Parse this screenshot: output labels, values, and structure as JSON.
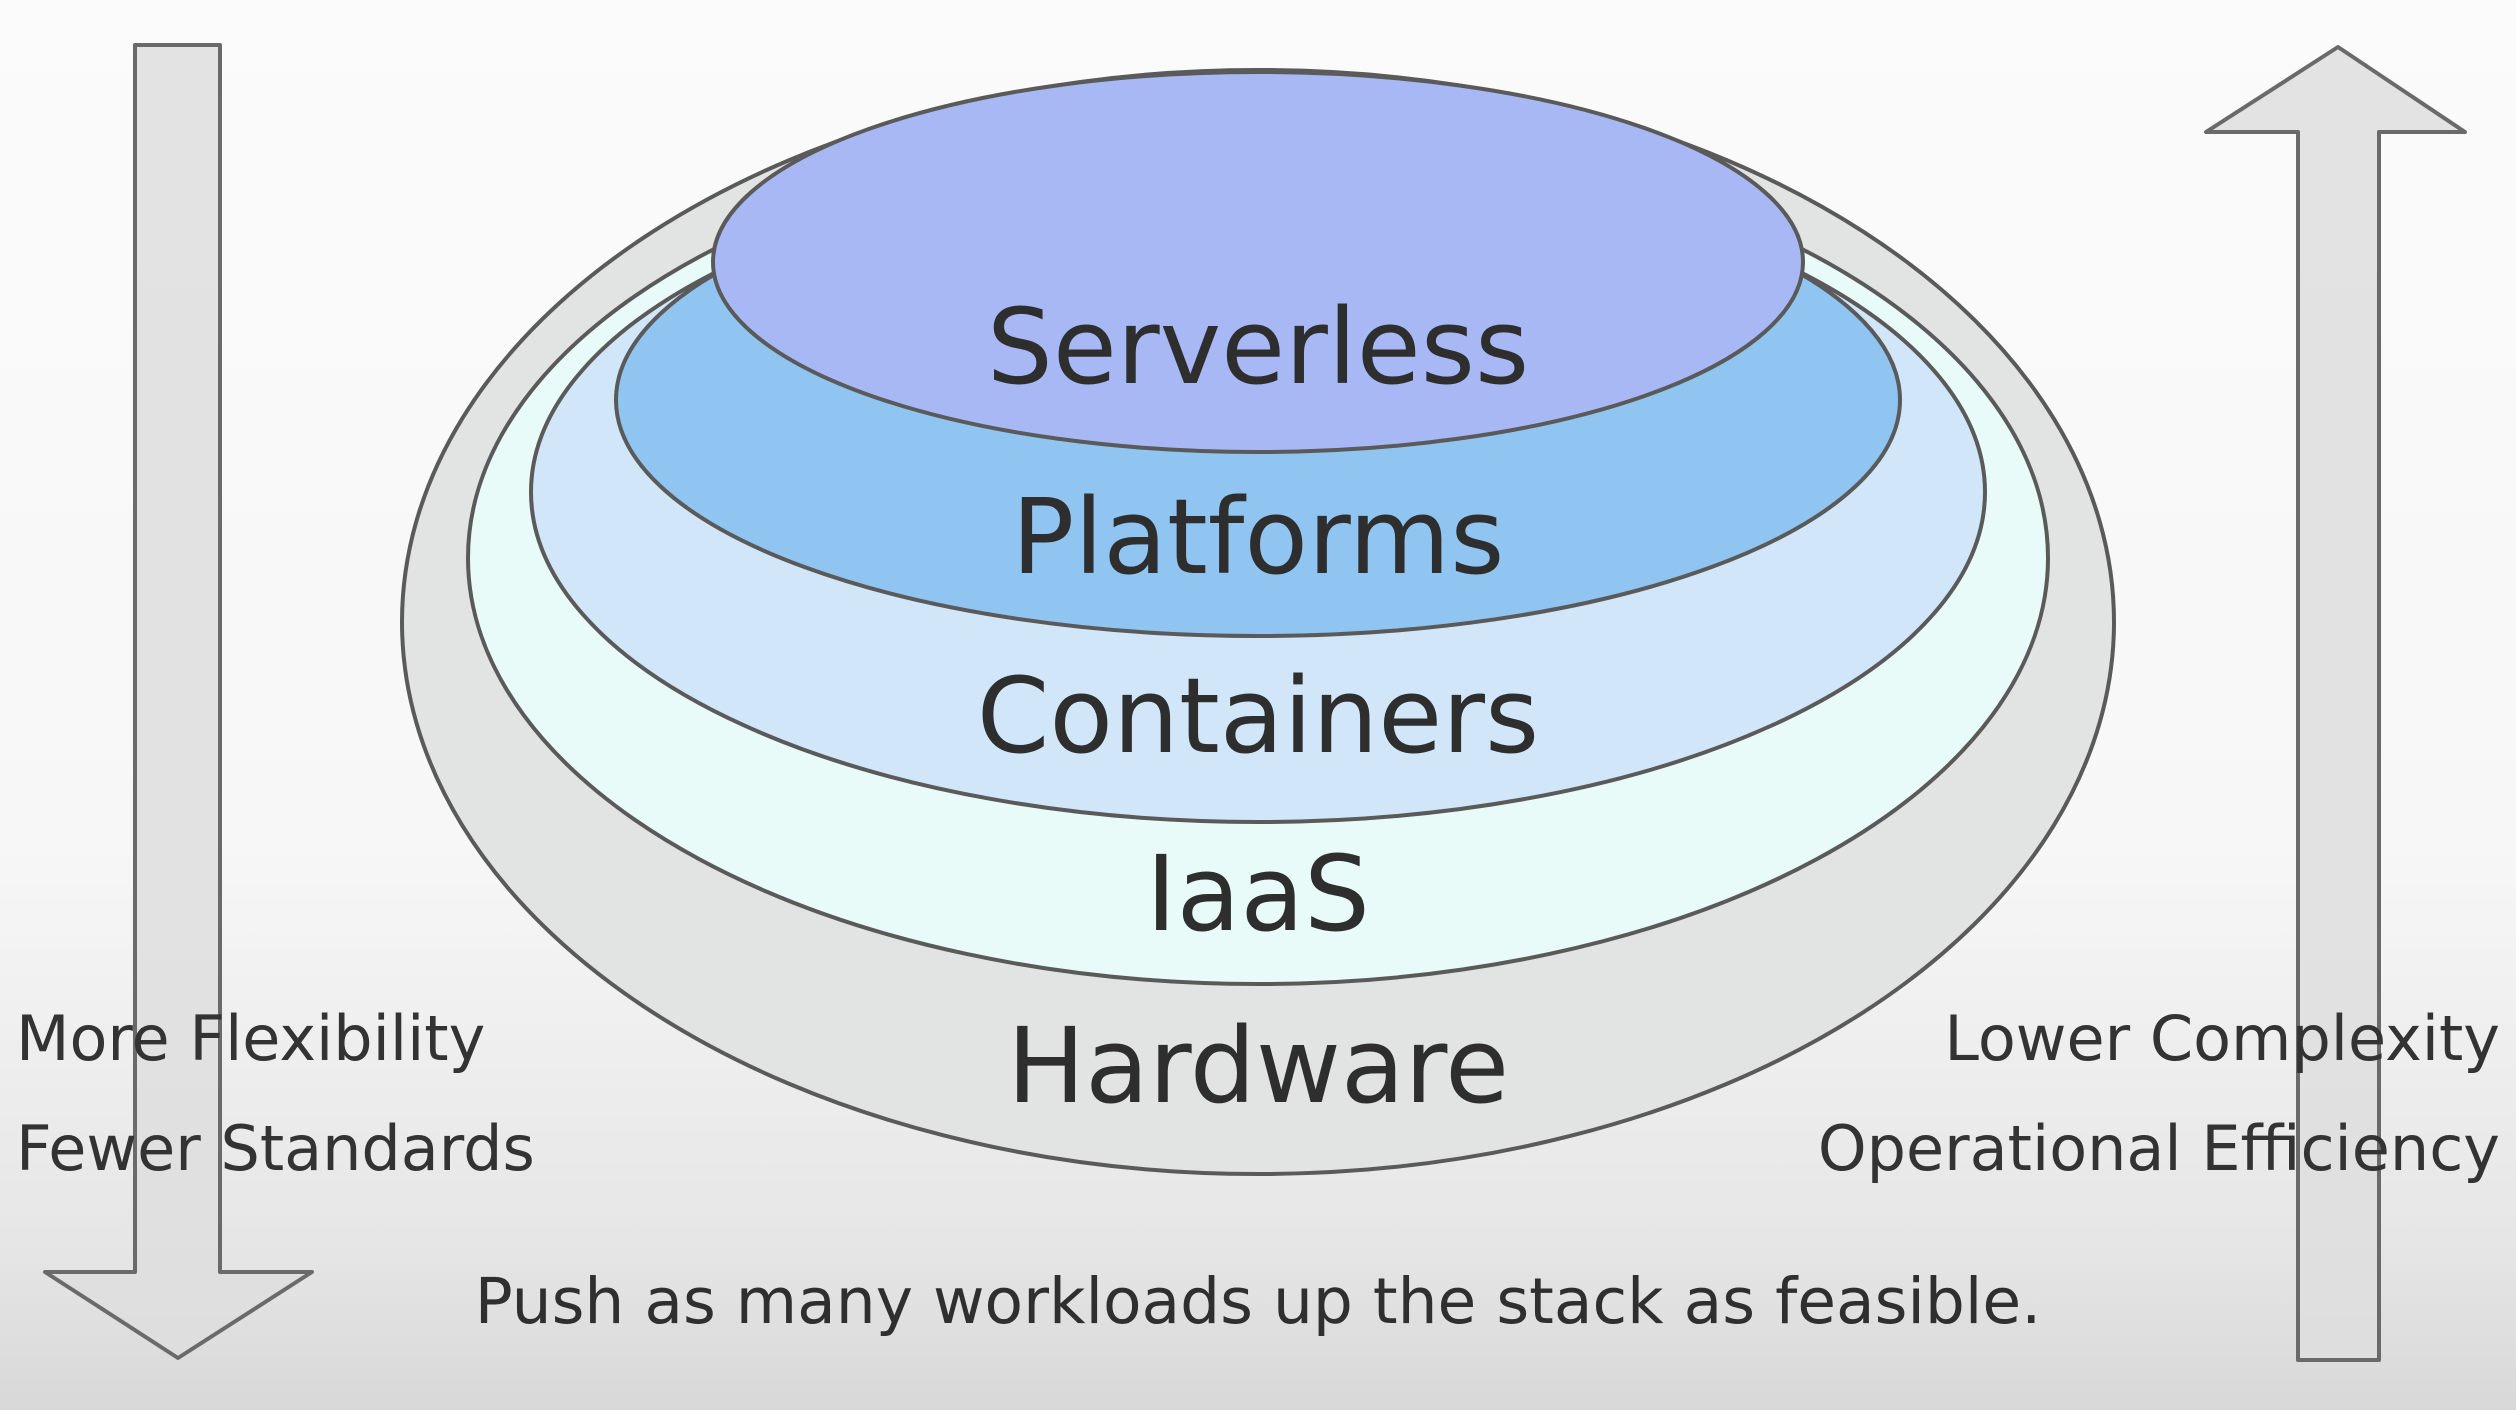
{
  "layers": [
    {
      "label": "Hardware",
      "color": "#e2e3e3"
    },
    {
      "label": "IaaS",
      "color": "#e8fbf8"
    },
    {
      "label": "Containers",
      "color": "#d1e6f9"
    },
    {
      "label": "Platforms",
      "color": "#90c4f1"
    },
    {
      "label": "Serverless",
      "color": "#a8b8f5"
    }
  ],
  "left_arrow": {
    "direction": "down",
    "lines": [
      "More Flexibility",
      "Fewer Standards"
    ]
  },
  "right_arrow": {
    "direction": "up",
    "lines": [
      "Lower Complexity",
      "Operational Efficiency"
    ]
  },
  "footer": {
    "text": "Push as many workloads up the stack as feasible."
  },
  "colors": {
    "outline": "#5a5a5a",
    "arrow_fill": "#dedede",
    "text": "#2e2e2e"
  }
}
